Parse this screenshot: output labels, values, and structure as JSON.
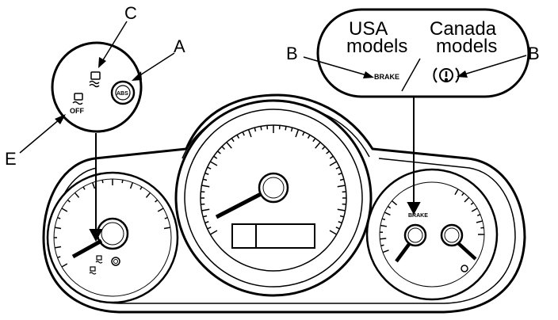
{
  "callouts": {
    "a": "A",
    "b_left": "B",
    "b_right": "B",
    "c": "C",
    "e": "E"
  },
  "inset": {
    "usa_line1": "USA",
    "usa_line2": "models",
    "canada_line1": "Canada",
    "canada_line2": "models",
    "brake_text": "BRAKE",
    "canada_symbol": "(!)"
  },
  "left_inset": {
    "abs_text": "ABS",
    "off_text": "OFF"
  },
  "gauge_right": {
    "brake_text": "BRAKE"
  },
  "icons": [
    "abs-indicator-icon",
    "stability-control-icon",
    "stability-off-icon",
    "brake-warning-icon"
  ],
  "colors": {
    "line": "#000000",
    "background": "#ffffff"
  }
}
